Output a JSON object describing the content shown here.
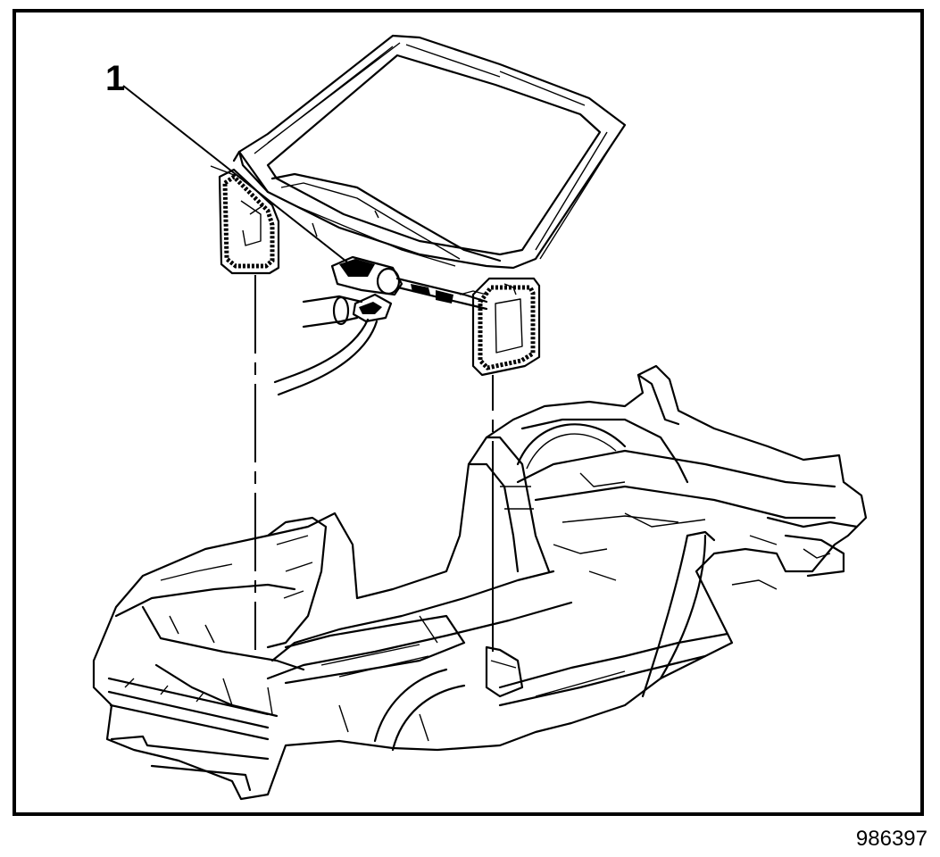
{
  "diagram": {
    "callouts": [
      {
        "label": "1",
        "target": "wiper-motor-module"
      }
    ],
    "figure_id": "986397",
    "colors": {
      "line": "#000000",
      "background": "#ffffff"
    }
  }
}
